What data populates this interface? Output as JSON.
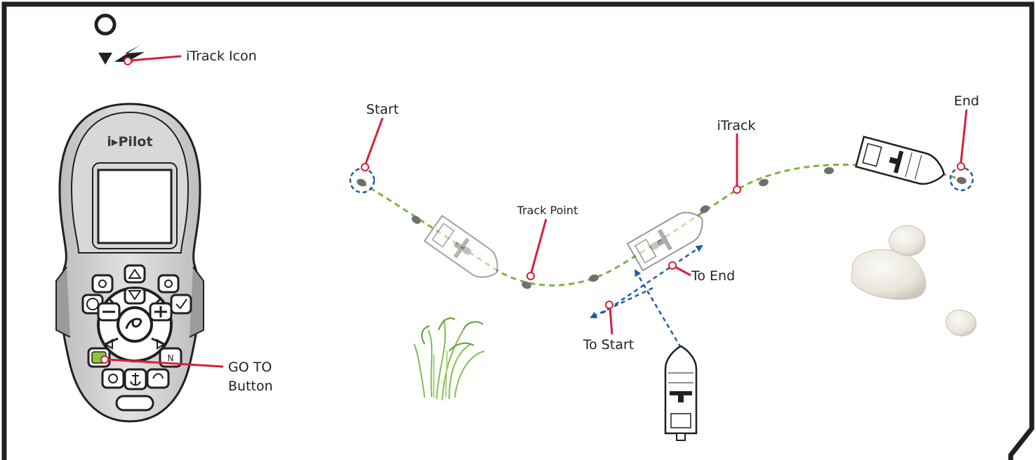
{
  "icon_callout": {
    "label": "iTrack Icon",
    "icon": "itrack-icon"
  },
  "remote": {
    "brand": "i▸Pilot",
    "goto_button_label": [
      "GO TO",
      "Button"
    ]
  },
  "route": {
    "start_label": "Start",
    "end_label": "End",
    "track_label": "iTrack",
    "track_point_label": "Track Point",
    "to_end_label": "To End",
    "to_start_label": "To Start"
  },
  "colors": {
    "frame": "#231f20",
    "callout": "#d81e3c",
    "track": "#78b541",
    "track_point": "#6f6f6f",
    "direction_arrow": "#1e5aa8",
    "rock": "#e9e5dc",
    "weed": "#7fc04d"
  }
}
